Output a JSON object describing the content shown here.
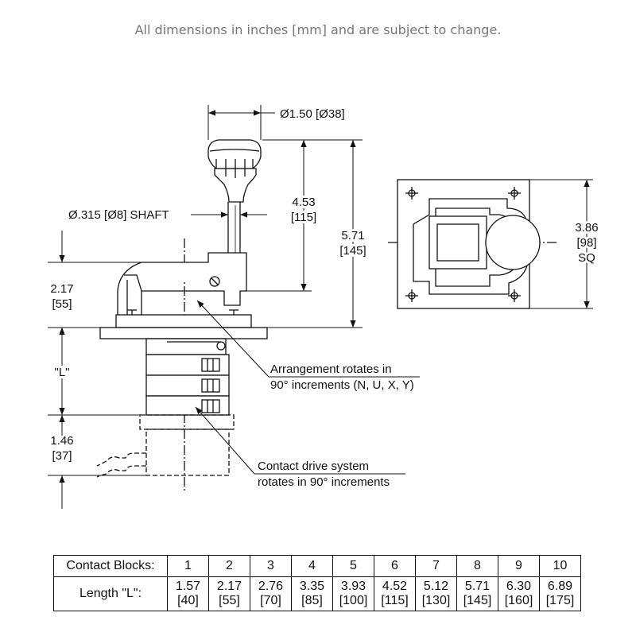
{
  "header": {
    "note": "All dimensions in inches [mm] and are subject to change."
  },
  "dimensions": {
    "knob_diameter": "Ø1.50 [Ø38]",
    "shaft": "Ø.315 [Ø8] SHAFT",
    "height_inner_in": "4.53",
    "height_inner_mm": "[115]",
    "height_outer_in": "5.71",
    "height_outer_mm": "[145]",
    "base_in": "2.17",
    "base_mm": "[55]",
    "length_L": "\"L\"",
    "drive_in": "1.46",
    "drive_mm": "[37]",
    "square_in": "3.86",
    "square_mm": "[98]",
    "square_sq": "SQ"
  },
  "callouts": {
    "arrangement_line1": "Arrangement rotates in",
    "arrangement_line2": "90° increments (N, U, X, Y)",
    "drive_line1": "Contact drive system",
    "drive_line2": "rotates in 90° increments"
  },
  "table": {
    "row1_header": "Contact Blocks:",
    "row2_header": "Length \"L\":",
    "columns": [
      {
        "blocks": "1",
        "length_in": "1.57",
        "length_mm": "[40]"
      },
      {
        "blocks": "2",
        "length_in": "2.17",
        "length_mm": "[55]"
      },
      {
        "blocks": "3",
        "length_in": "2.76",
        "length_mm": "[70]"
      },
      {
        "blocks": "4",
        "length_in": "3.35",
        "length_mm": "[85]"
      },
      {
        "blocks": "5",
        "length_in": "3.93",
        "length_mm": "[100]"
      },
      {
        "blocks": "6",
        "length_in": "4.52",
        "length_mm": "[115]"
      },
      {
        "blocks": "7",
        "length_in": "5.12",
        "length_mm": "[130]"
      },
      {
        "blocks": "8",
        "length_in": "5.71",
        "length_mm": "[145]"
      },
      {
        "blocks": "9",
        "length_in": "6.30",
        "length_mm": "[160]"
      },
      {
        "blocks": "10",
        "length_in": "6.89",
        "length_mm": "[175]"
      }
    ]
  }
}
